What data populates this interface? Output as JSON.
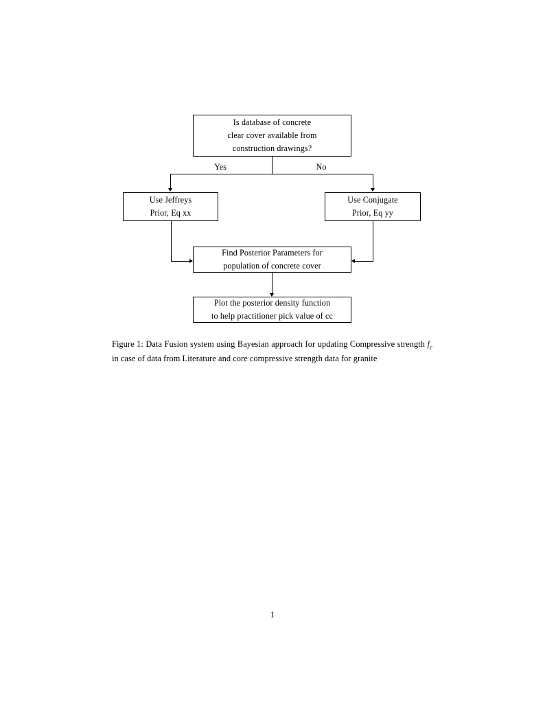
{
  "document": {
    "page_number": "1",
    "background_color": "#ffffff",
    "ink_color": "#000000"
  },
  "figure": {
    "diagram_type": "flowchart",
    "nodes": [
      {
        "id": "question",
        "shape": "rectangle",
        "lines": [
          "Is database of concrete",
          "clear cover available from",
          "construction drawings?"
        ]
      },
      {
        "id": "jeffreys",
        "shape": "rectangle",
        "lines": [
          "Use Jeffreys",
          "Prior, Eq xx"
        ]
      },
      {
        "id": "conjugate",
        "shape": "rectangle",
        "lines": [
          "Use Conjugate",
          "Prior, Eq yy"
        ]
      },
      {
        "id": "posterior",
        "shape": "rectangle",
        "lines": [
          "Find Posterior Parameters for",
          "population of concrete cover"
        ]
      },
      {
        "id": "plot",
        "shape": "rectangle",
        "lines": [
          "Plot the posterior density function",
          "to help practitioner pick value of cc"
        ]
      }
    ],
    "edge_labels": {
      "yes": "Yes",
      "no": "No"
    },
    "edges": [
      {
        "from": "question",
        "to": "jeffreys",
        "label": "Yes"
      },
      {
        "from": "question",
        "to": "conjugate",
        "label": "No"
      },
      {
        "from": "jeffreys",
        "to": "posterior",
        "label": ""
      },
      {
        "from": "conjugate",
        "to": "posterior",
        "label": ""
      },
      {
        "from": "posterior",
        "to": "plot",
        "label": ""
      }
    ]
  },
  "caption": {
    "label": "Figure 1:",
    "text_before_math": " Data Fusion system using Bayesian approach for updating Compressive strength ",
    "math_base": "f",
    "math_subscript": "c",
    "text_after_math": " in case of data from Literature and core compressive strength data for granite"
  }
}
